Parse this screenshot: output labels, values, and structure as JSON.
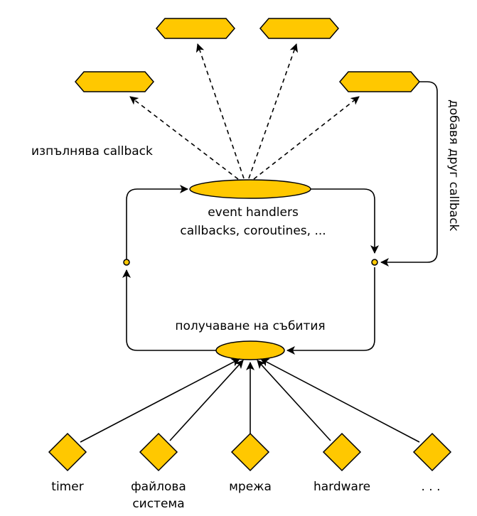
{
  "labels": {
    "event_handlers": "event handlers",
    "callbacks_line": "callbacks, coroutines, ...",
    "receiving_events": "получаване на събития",
    "executes_callback": "изпълнява callback",
    "adds_callback": "добавя друг callback"
  },
  "sources": [
    {
      "name": "timer",
      "label": [
        "timer"
      ]
    },
    {
      "name": "filesystem",
      "label": [
        "файлова",
        "система"
      ]
    },
    {
      "name": "network",
      "label": [
        "мрежа"
      ]
    },
    {
      "name": "hardware",
      "label": [
        "hardware"
      ]
    },
    {
      "name": "more",
      "label": [
        ". . ."
      ]
    }
  ],
  "colors": {
    "fill": "#FFC800",
    "stroke": "#000000"
  }
}
